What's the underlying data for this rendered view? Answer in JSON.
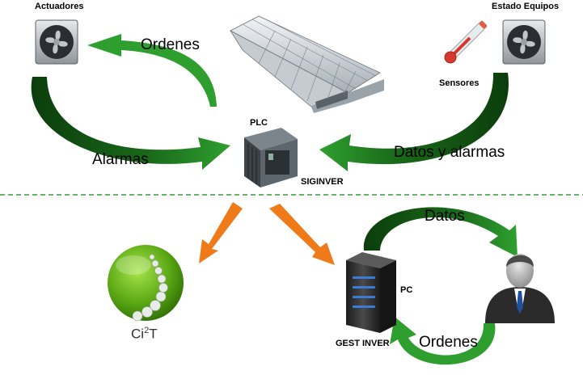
{
  "labels": {
    "actuators": "Actuadores",
    "equipment_status": "Estado Equipos",
    "sensors": "Sensores",
    "plc": "PLC",
    "siginver": "SIGINVER",
    "pc": "PC",
    "gestinver": "GEST INVER",
    "orders_top": "Ordenes",
    "alarms": "Alarmas",
    "data_and_alarms": "Datos y alarmas",
    "data": "Datos",
    "orders_bottom": "Ordenes",
    "ci2t_base": "Ci",
    "ci2t_sup": "2",
    "ci2t_tail": "T"
  },
  "colors": {
    "green_dark": "#0b3d0b",
    "green_bright": "#2e9e2e",
    "orange": "#ee7a1a",
    "dashed_line": "#3a9a3a",
    "sphere_green": "#6fbf1f"
  },
  "icons": [
    "fan-icon",
    "thermometer-icon",
    "greenhouse-icon",
    "plc-cabinet-icon",
    "server-icon",
    "user-icon",
    "ci2t-logo"
  ]
}
